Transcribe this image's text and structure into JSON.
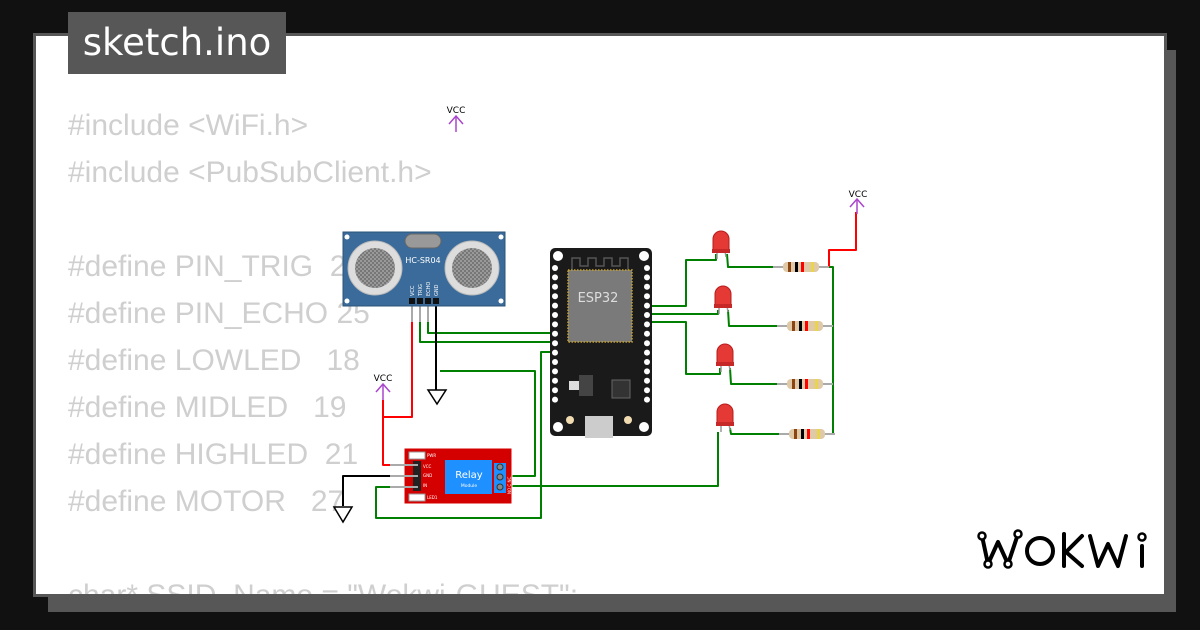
{
  "file_tab": {
    "title": "sketch.ino"
  },
  "code_lines": [
    "#include <WiFi.h>",
    "#include <PubSubClient.h>",
    "",
    "#define PIN_TRIG  2",
    "#define PIN_ECHO 25",
    "#define LOWLED   18",
    "#define MIDLED   19",
    "#define HIGHLED  21",
    "#define MOTOR   27",
    "",
    "char* SSID_Name = \"Wokwi-GUEST\";"
  ],
  "circuit": {
    "vcc_label": "VCC",
    "sensor": {
      "label": "HC-SR04",
      "pins": [
        "VCC",
        "TRIG",
        "ECHO",
        "GND"
      ]
    },
    "mcu": {
      "label": "ESP32"
    },
    "relay": {
      "label": "Relay",
      "sublabel": "Module",
      "pins": [
        "VCC",
        "GND",
        "IN"
      ],
      "pwr": "PWR",
      "led": "LED1",
      "terminal": "NO C NC"
    },
    "led_count": 4,
    "colors": {
      "wire_green": "#008000",
      "wire_red": "#ff0000",
      "vcc": "#aa44cc",
      "led": "#e53935",
      "relay": "#d40000",
      "sensor": "#3a6b9a"
    }
  },
  "brand": {
    "logo": "WOKWi"
  }
}
